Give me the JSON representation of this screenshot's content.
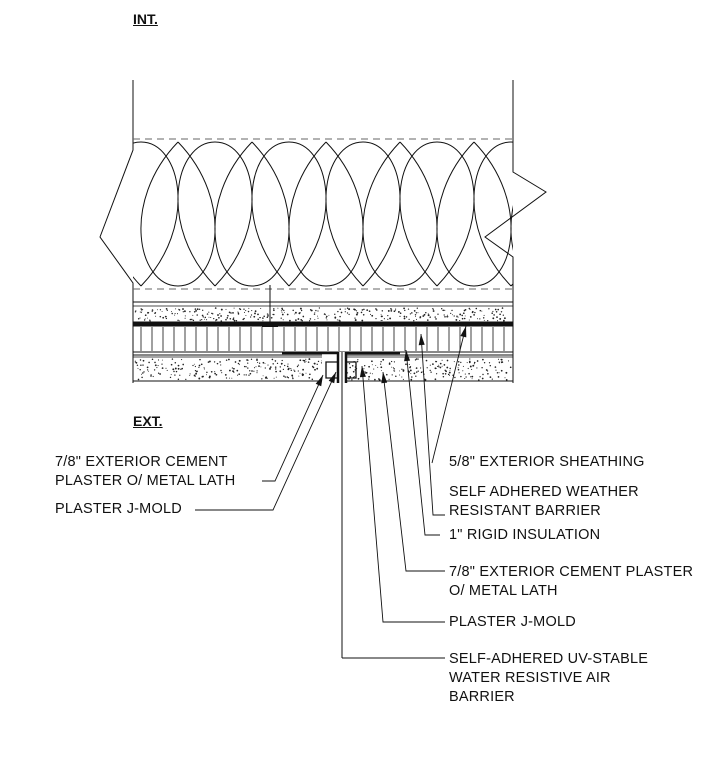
{
  "headers": {
    "interior": "INT.",
    "exterior": "EXT."
  },
  "callouts": {
    "left_cement_plaster": [
      "7/8\" EXTERIOR CEMENT",
      "PLASTER O/ METAL LATH"
    ],
    "left_j_mold": [
      "PLASTER J-MOLD"
    ],
    "sheathing": [
      "5/8\" EXTERIOR SHEATHING"
    ],
    "weather_barrier": [
      "SELF ADHERED WEATHER",
      "RESISTANT BARRIER"
    ],
    "rigid_insulation": [
      "1\" RIGID INSULATION"
    ],
    "right_cement_plaster": [
      "7/8\" EXTERIOR CEMENT PLASTER",
      "O/ METAL LATH"
    ],
    "right_j_mold": [
      "PLASTER J-MOLD"
    ],
    "uv_barrier": [
      "SELF-ADHERED UV-STABLE",
      "WATER RESISTIVE AIR",
      "BARRIER"
    ]
  }
}
